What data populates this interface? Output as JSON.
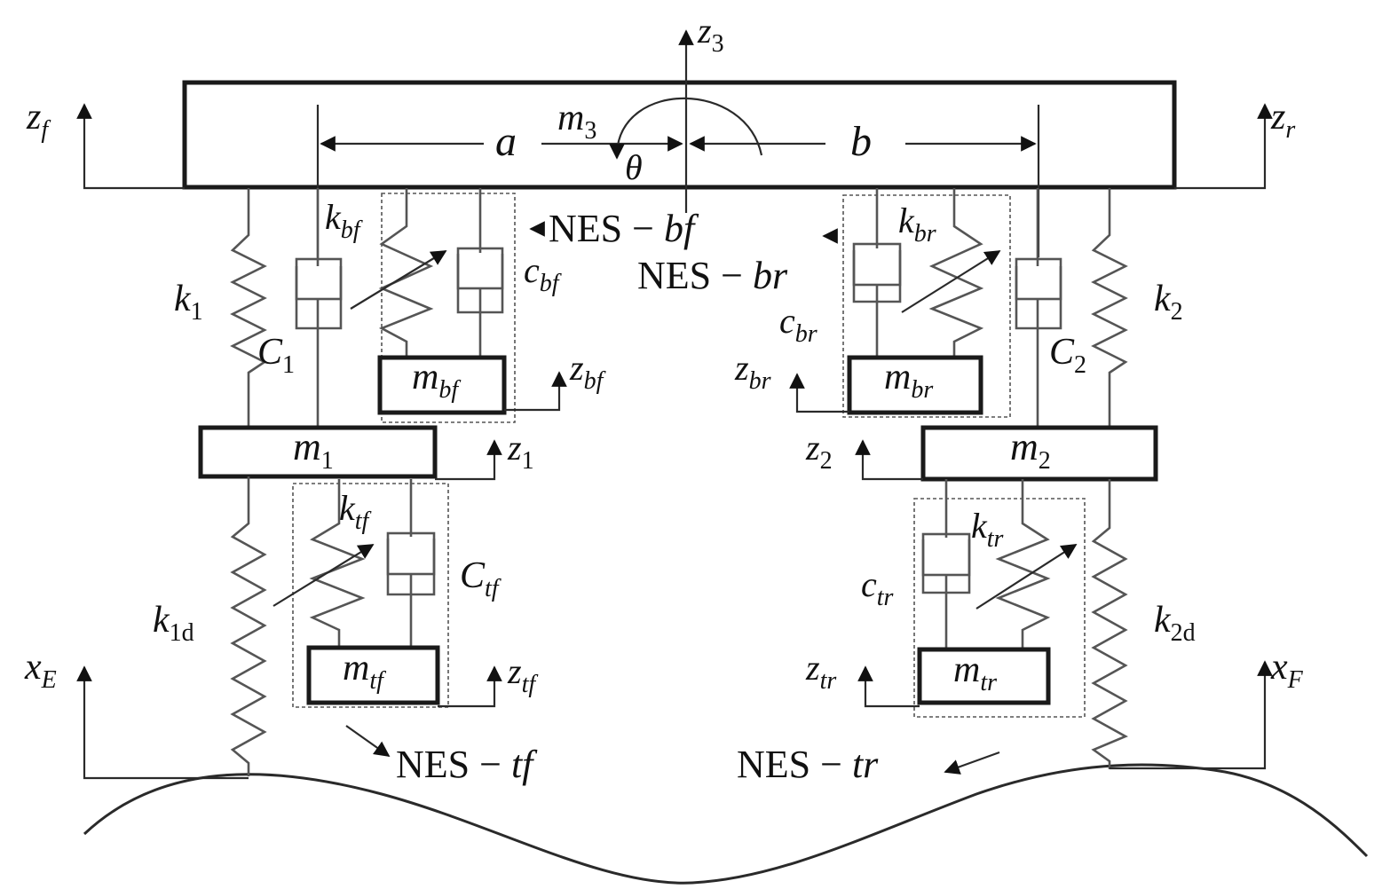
{
  "diagram": {
    "body_mass": {
      "symbol": "m",
      "sub": "3"
    },
    "pitch_angle": {
      "symbol": "θ"
    },
    "dimensions": {
      "a": {
        "symbol": "a"
      },
      "b": {
        "symbol": "b"
      }
    },
    "displacements": {
      "z3": {
        "symbol": "z",
        "sub": "3"
      },
      "zf": {
        "symbol": "z",
        "sub": "f"
      },
      "zr": {
        "symbol": "z",
        "sub": "r"
      },
      "zbf": {
        "symbol": "z",
        "sub": "bf"
      },
      "zbr": {
        "symbol": "z",
        "sub": "br"
      },
      "z1": {
        "symbol": "z",
        "sub": "1"
      },
      "z2": {
        "symbol": "z",
        "sub": "2"
      },
      "ztf": {
        "symbol": "z",
        "sub": "tf"
      },
      "ztr": {
        "symbol": "z",
        "sub": "tr"
      },
      "xE": {
        "symbol": "x",
        "sub": "E"
      },
      "xF": {
        "symbol": "x",
        "sub": "F"
      }
    },
    "masses": {
      "m1": {
        "symbol": "m",
        "sub": "1"
      },
      "m2": {
        "symbol": "m",
        "sub": "2"
      },
      "mbf": {
        "symbol": "m",
        "sub": "bf"
      },
      "mbr": {
        "symbol": "m",
        "sub": "br"
      },
      "mtf": {
        "symbol": "m",
        "sub": "tf"
      },
      "mtr": {
        "symbol": "m",
        "sub": "tr"
      }
    },
    "springs": {
      "k1": {
        "symbol": "k",
        "sub": "1"
      },
      "k2": {
        "symbol": "k",
        "sub": "2"
      },
      "k1d": {
        "symbol": "k",
        "sub": "1d"
      },
      "k2d": {
        "symbol": "k",
        "sub": "2d"
      },
      "kbf": {
        "symbol": "k",
        "sub": "bf"
      },
      "kbr": {
        "symbol": "k",
        "sub": "br"
      },
      "ktf": {
        "symbol": "k",
        "sub": "tf"
      },
      "ktr": {
        "symbol": "k",
        "sub": "tr"
      }
    },
    "dampers": {
      "C1": {
        "symbol": "C",
        "sub": "1"
      },
      "C2": {
        "symbol": "C",
        "sub": "2"
      },
      "cbf": {
        "symbol": "c",
        "sub": "bf"
      },
      "cbr": {
        "symbol": "c",
        "sub": "br"
      },
      "Ctf": {
        "symbol": "C",
        "sub": "tf"
      },
      "ctr": {
        "symbol": "c",
        "sub": "tr"
      }
    },
    "nes_labels": {
      "bf": {
        "prefix": "NES − ",
        "suffix": "bf"
      },
      "br": {
        "prefix": "NES − ",
        "suffix": "br"
      },
      "tf": {
        "prefix": "NES − ",
        "suffix": "tf"
      },
      "tr": {
        "prefix": "NES − ",
        "suffix": "tr"
      }
    },
    "colors": {
      "line": "#1a1a1a",
      "dashed_box": "#555555",
      "background": "#ffffff"
    }
  }
}
